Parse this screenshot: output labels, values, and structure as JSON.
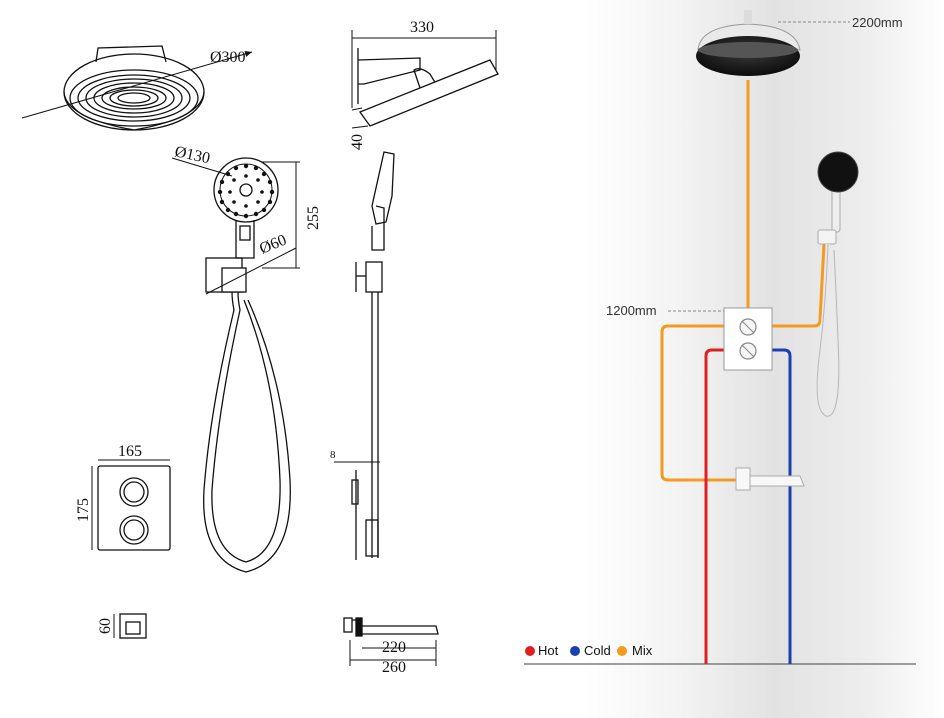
{
  "dimensions": {
    "rain_head_diameter": "Ø300",
    "arm_length": "330",
    "arm_height": "40",
    "hand_head_diameter": "Ø130",
    "hand_length": "255",
    "holder_diameter": "Ø60",
    "valve_width": "165",
    "valve_height": "175",
    "valve_depth": "60",
    "rail_offset": "8",
    "spout_inner": "220",
    "spout_outer": "260"
  },
  "installation": {
    "overhead_height": "2200mm",
    "valve_height": "1200mm"
  },
  "legend": [
    {
      "label": "Hot",
      "color": "#e02020"
    },
    {
      "label": "Cold",
      "color": "#1a3fb0"
    },
    {
      "label": "Mix",
      "color": "#f39a1f"
    }
  ],
  "colors": {
    "hot": "#e02020",
    "cold": "#1a3fb0",
    "mix": "#f39a1f",
    "line": "#111111"
  }
}
